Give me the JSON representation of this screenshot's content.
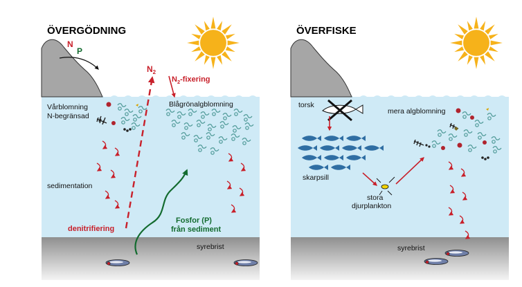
{
  "left": {
    "title": "ÖVERGÖDNING",
    "n_label": "N",
    "p_label": "P",
    "n2_label": "N",
    "n2_sub": "2",
    "n2_fix_label": "N",
    "n2_fix_sub": "2",
    "n2_fix_suffix": "-fixering",
    "spring_bloom_1": "Vårblomning",
    "spring_bloom_2": "N-begränsad",
    "cyano_bloom": "Blågrönalgblomning",
    "sedimentation": "sedimentation",
    "denitrification": "denitrifiering",
    "phosphorus_1": "Fosfor (P)",
    "phosphorus_2": "från sediment",
    "anoxia": "syrebrist"
  },
  "right": {
    "title": "ÖVERFISKE",
    "cod": "torsk",
    "more_algae": "mera algblomning",
    "sprat": "skarpsill",
    "zoo_1": "stora",
    "zoo_2": "djurplankton",
    "anoxia": "syrebrist"
  },
  "colors": {
    "water": "#cfeaf6",
    "sediment_top": "#9a9a9a",
    "sediment_bottom": "#f2f2f2",
    "rock": "#a6a6a6",
    "sun": "#f6b21a",
    "arrow_red": "#c8202a",
    "arrow_green": "#136b2f",
    "fish": "#2f6ea3"
  }
}
